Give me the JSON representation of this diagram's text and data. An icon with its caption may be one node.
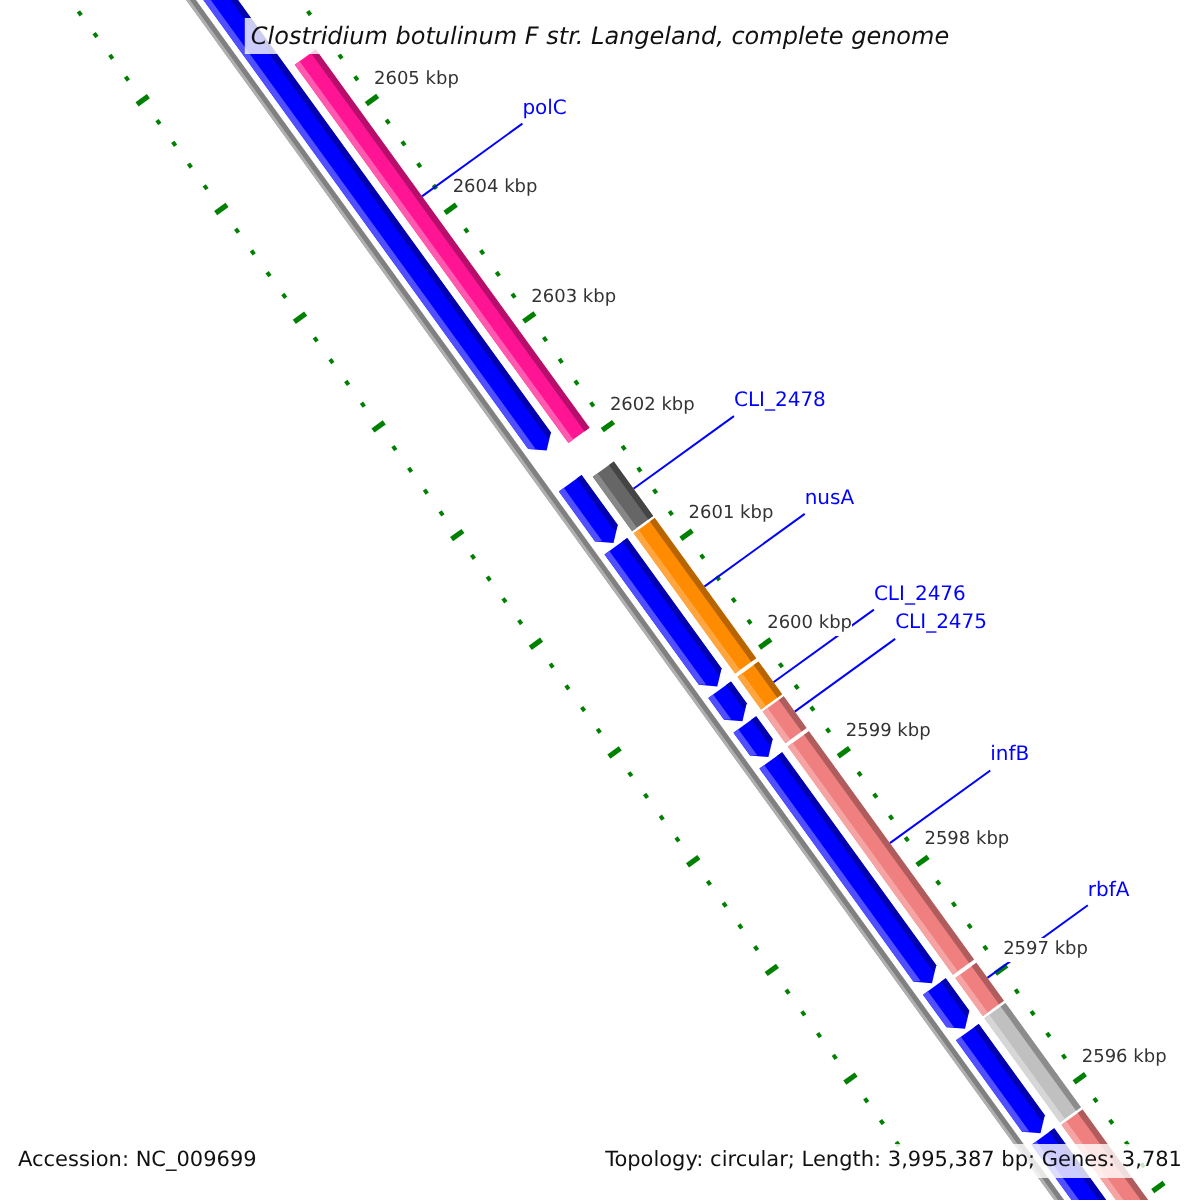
{
  "diagram": {
    "title": "Clostridium botulinum F str. Langeland, complete genome",
    "nodes": [
      {
        "text": [
          "polC"
        ]
      },
      {
        "text": [
          "CLI_2478"
        ]
      },
      {
        "text": [
          "nusA"
        ]
      },
      {
        "text": [
          "CLI_2476"
        ]
      },
      {
        "text": [
          "CLI_2475"
        ]
      },
      {
        "text": [
          "infB"
        ]
      },
      {
        "text": [
          "rbfA"
        ]
      },
      {
        "text": [],
        "shape": "bar"
      },
      {
        "text": [],
        "shape": "bar"
      },
      {
        "text": [],
        "shape": "bar"
      },
      {
        "text": [],
        "shape": "bar"
      },
      {
        "text": [],
        "shape": "bar"
      },
      {
        "text": [],
        "shape": "bar"
      },
      {
        "text": [],
        "shape": "bar"
      }
    ],
    "edges": [
      {
        "from": 0,
        "to": 7,
        "arrow": "none"
      },
      {
        "from": 1,
        "to": 8,
        "arrow": "none"
      },
      {
        "from": 2,
        "to": 9,
        "arrow": "none"
      },
      {
        "from": 3,
        "to": 10,
        "arrow": "none"
      },
      {
        "from": 4,
        "to": 11,
        "arrow": "none"
      },
      {
        "from": 5,
        "to": 12,
        "arrow": "none"
      },
      {
        "from": 6,
        "to": 13,
        "arrow": "none"
      }
    ],
    "labels": [
      "2605 kbp",
      "2604 kbp",
      "2603 kbp",
      "2602 kbp",
      "2601 kbp",
      "2600 kbp",
      "2599 kbp",
      "2598 kbp",
      "2597 kbp",
      "2596 kbp",
      "Accession: NC_009699",
      "Topology: circular; Length: 3,995,387 bp; Genes: 3,781"
    ]
  }
}
